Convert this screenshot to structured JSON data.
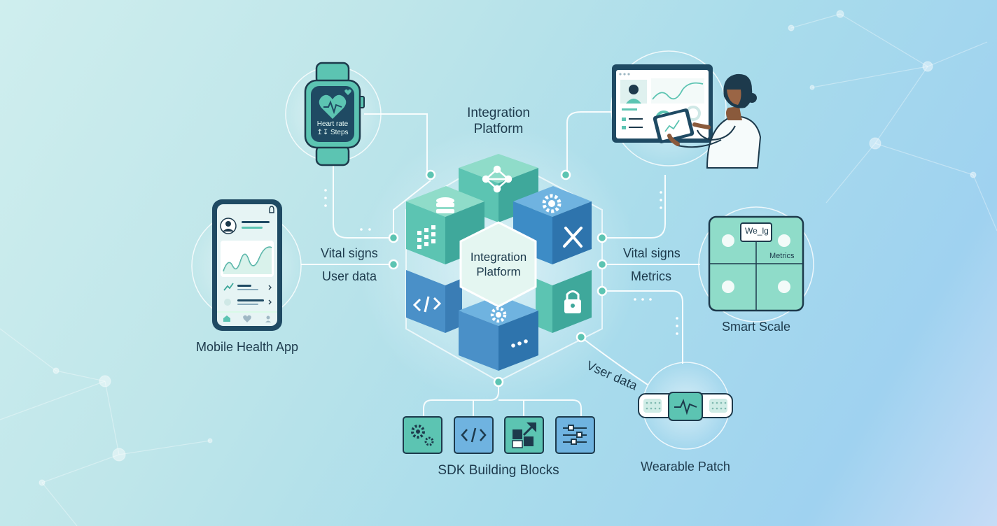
{
  "diagram": {
    "top_label": [
      "Integration",
      "Platform"
    ],
    "core_label": [
      "Integration",
      "Platform"
    ],
    "devices": {
      "watch": {
        "line1": "Heart rate",
        "line2": "Steps"
      },
      "mobile": {
        "label": "Mobile Health App"
      },
      "scale": {
        "label": "Smart Scale",
        "screen_text": "We_lg",
        "metrics_text": "Metrics"
      },
      "patch": {
        "label": "Wearable Patch"
      }
    },
    "connections": {
      "left_top": "Vital signs",
      "left_bottom": "User data",
      "right_top": "Vital signs",
      "right_bottom": "Metrics",
      "patch_link": "Vser data"
    },
    "sdk": {
      "label": "SDK Building Blocks"
    }
  },
  "colors": {
    "teal": "#5cc4b2",
    "blue": "#4a90c8",
    "dark_navy": "#1d3a4c",
    "light_teal": "#dff4ef"
  },
  "icons": [
    "heart-icon",
    "database-icon",
    "network-icon",
    "gear-icon",
    "tools-icon",
    "grid-icon",
    "code-icon",
    "lock-icon",
    "dots-icon",
    "pulse-icon",
    "puzzle-icon",
    "settings-list-icon"
  ]
}
